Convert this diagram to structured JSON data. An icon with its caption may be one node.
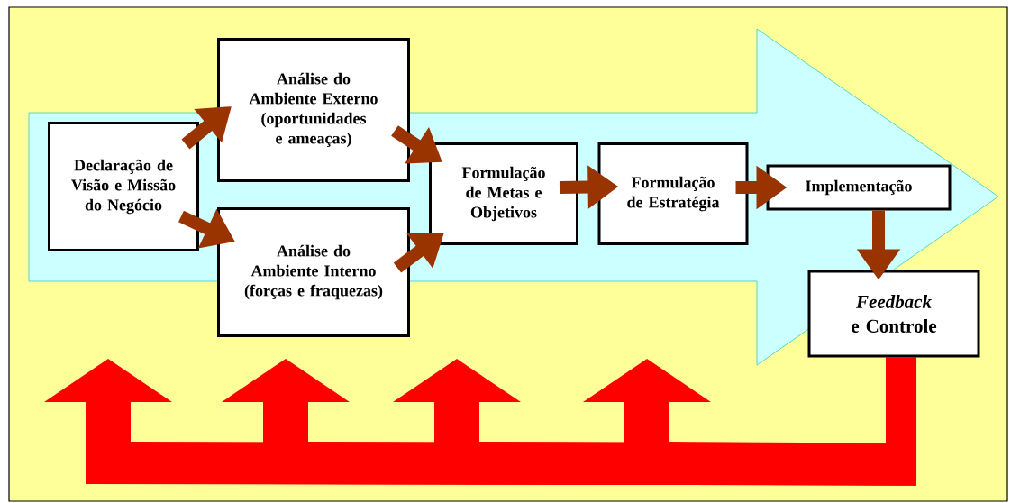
{
  "diagram": {
    "nodes": [
      {
        "text": [
          "Declaração de Visão e Missão do Negócio"
        ]
      },
      {
        "text": [
          "Análise do Ambiente Externo (oportunidades e ameaças)"
        ]
      },
      {
        "text": [
          "Análise do Ambiente Interno (forças e fraquezas)"
        ]
      },
      {
        "text": [
          "Formulação de Metas e Objetivos"
        ]
      },
      {
        "text": [
          "Formulação de Estratégia"
        ]
      },
      {
        "text": [
          "Implementação"
        ]
      },
      {
        "text": [
          "*Feedback* e Controle"
        ]
      }
    ],
    "edges": [
      {
        "from": 0,
        "to": 1,
        "arrow": "to"
      },
      {
        "from": 0,
        "to": 2,
        "arrow": "to"
      },
      {
        "from": 1,
        "to": 3,
        "arrow": "to"
      },
      {
        "from": 2,
        "to": 3,
        "arrow": "to"
      },
      {
        "from": 3,
        "to": 4,
        "arrow": "to"
      },
      {
        "from": 4,
        "to": 5,
        "arrow": "to"
      },
      {
        "from": 5,
        "to": 6,
        "arrow": "to"
      },
      {
        "from": 6,
        "to": null,
        "arrow": "to",
        "style": "thick",
        "color": "#ff0000"
      },
      {
        "from": 6,
        "to": null,
        "arrow": "to",
        "style": "thick",
        "color": "#ff0000"
      },
      {
        "from": 6,
        "to": null,
        "arrow": "to",
        "style": "thick",
        "color": "#ff0000"
      },
      {
        "from": 6,
        "to": null,
        "arrow": "to",
        "style": "thick",
        "color": "#ff0000"
      }
    ]
  }
}
